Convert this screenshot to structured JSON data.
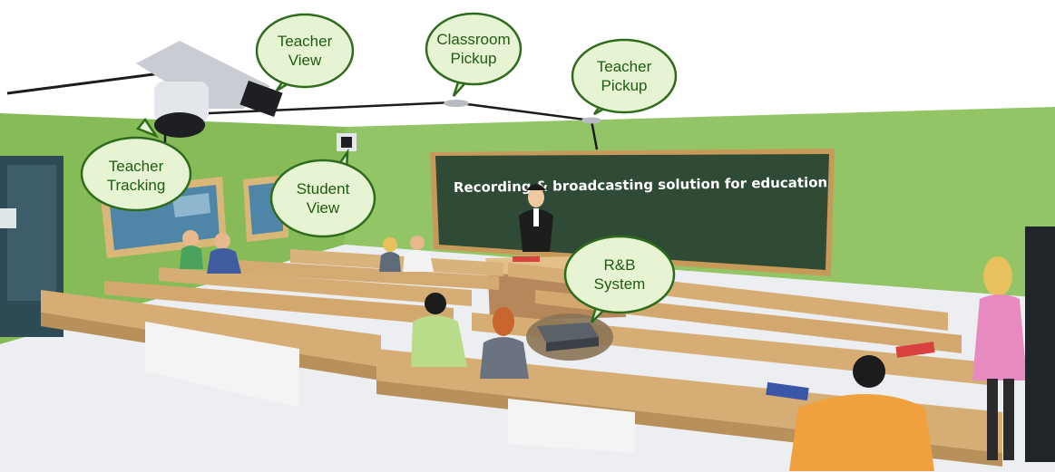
{
  "chalkboard": {
    "title": "Recording & broadcasting solution for education"
  },
  "callouts": {
    "teacher_view": [
      "Teacher",
      "View"
    ],
    "classroom_pickup": [
      "Classroom",
      "Pickup"
    ],
    "teacher_pickup": [
      "Teacher",
      "Pickup"
    ],
    "teacher_tracking": [
      "Teacher",
      "Tracking"
    ],
    "student_view": [
      "Student",
      "View"
    ],
    "rb_system": [
      "R&B",
      "System"
    ]
  },
  "colors": {
    "wall": "#8fc262",
    "floor": "#eef0f2",
    "chalkboard": "#2f4a35",
    "bubble_fill": "#e6f4d4",
    "bubble_stroke": "#2f6b1c",
    "desk": "#d6b07a"
  }
}
